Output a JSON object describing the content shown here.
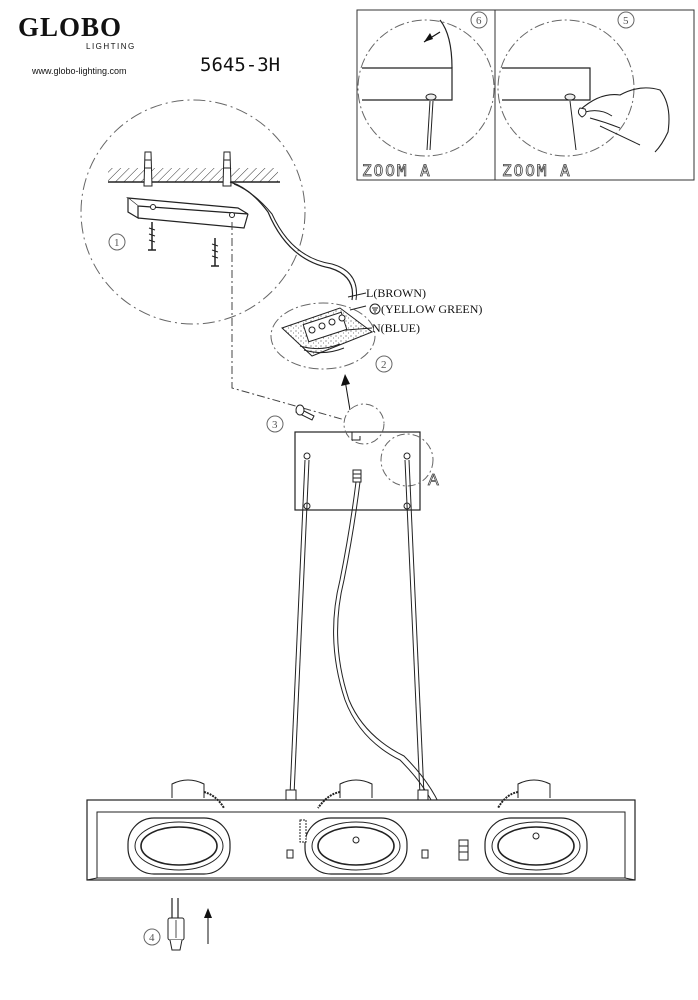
{
  "brand": {
    "name": "GLOBO",
    "sub": "LIGHTING",
    "url": "www.globo-lighting.com"
  },
  "model": "5645-3H",
  "zoom_a": {
    "left_label": "ZOOM A",
    "right_label": "ZOOM A",
    "left_step": "6",
    "right_step": "5"
  },
  "steps": {
    "s1": "1",
    "s2": "2",
    "s3": "3",
    "s4": "4"
  },
  "wires": {
    "brown": "L(BROWN)",
    "earth": "(YELLOW GREEN)",
    "blue": "N(BLUE)"
  },
  "detail_marker": "A"
}
